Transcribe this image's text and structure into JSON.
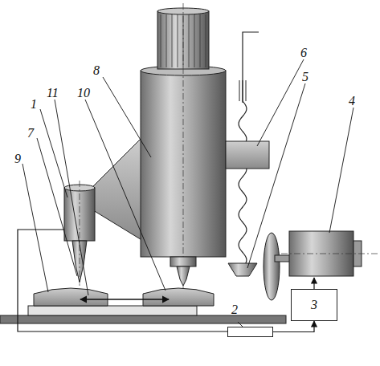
{
  "diagram": {
    "nodes": [
      {
        "text": [
          "2"
        ]
      },
      {
        "text": [
          "3"
        ]
      }
    ],
    "edges": [
      {
        "from": 0,
        "to": 1,
        "arrow": "to"
      }
    ],
    "labels": [
      "11",
      "1",
      "7",
      "9",
      "10",
      "8",
      "6",
      "5",
      "4"
    ]
  }
}
